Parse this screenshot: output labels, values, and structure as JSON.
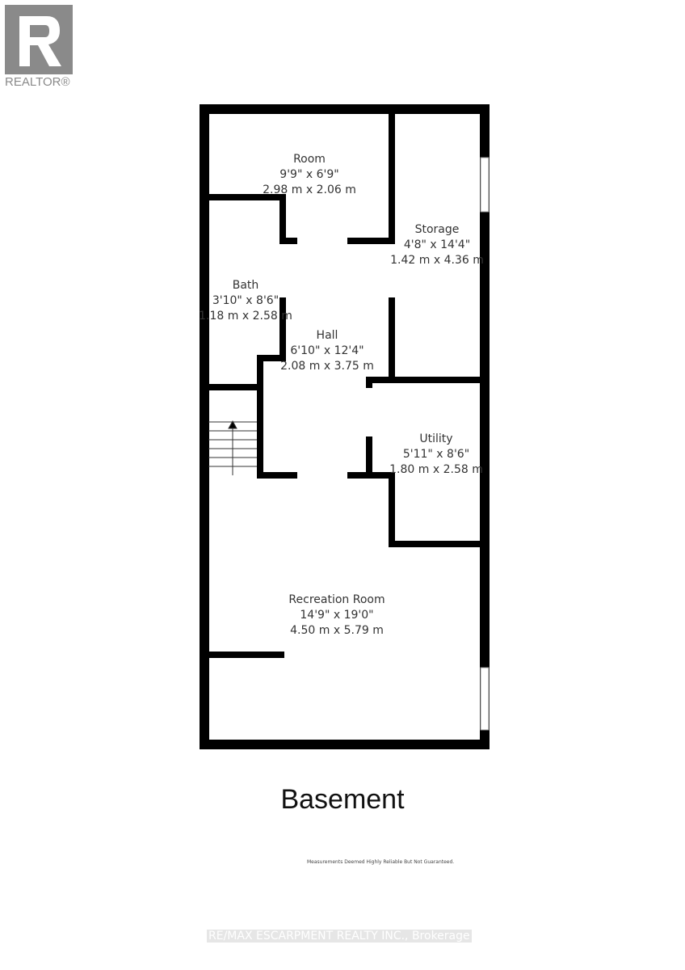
{
  "logo": {
    "text": "REALTOR®",
    "color": "#8a8a8a"
  },
  "floor": "Basement",
  "rooms": [
    {
      "name": "Room",
      "imperial": "9'9\" x 6'9\"",
      "metric": "2.98 m x 2.06 m"
    },
    {
      "name": "Storage",
      "imperial": "4'8\" x 14'4\"",
      "metric": "1.42 m x 4.36 m"
    },
    {
      "name": "Bath",
      "imperial": "3'10\" x 8'6\"",
      "metric": "1.18 m x 2.58 m"
    },
    {
      "name": "Hall",
      "imperial": "6'10\" x 12'4\"",
      "metric": "2.08 m x 3.75 m"
    },
    {
      "name": "Utility",
      "imperial": "5'11\" x 8'6\"",
      "metric": "1.80 m x 2.58 m"
    },
    {
      "name": "Recreation Room",
      "imperial": "14'9\" x 19'0\"",
      "metric": "4.50 m x 5.79 m"
    }
  ],
  "disclaimer": "Measurements Deemed Highly Reliable But Not Guaranteed.",
  "brokerage": "RE/MAX ESCARPMENT REALTY INC., Brokerage"
}
